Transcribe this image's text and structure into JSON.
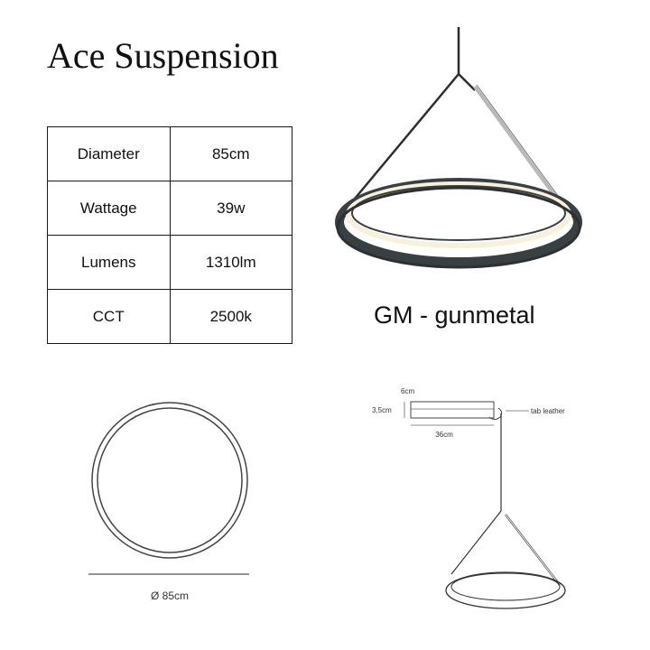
{
  "title": "Ace Suspension",
  "specs": [
    {
      "label": "Diameter",
      "value": "85cm"
    },
    {
      "label": "Wattage",
      "value": "39w"
    },
    {
      "label": "Lumens",
      "value": "1310lm"
    },
    {
      "label": "CCT",
      "value": "2500k"
    }
  ],
  "variant_label": "GM - gunmetal",
  "plan_diameter_label": "Ø 85cm",
  "canopy": {
    "depth_label": "6cm",
    "height_label": "3,5cm",
    "width_label": "36cm",
    "tab_label": "tab leather"
  },
  "colors": {
    "gunmetal": "#3a3f42",
    "glow": "#f7f1dc",
    "line": "#555555"
  }
}
